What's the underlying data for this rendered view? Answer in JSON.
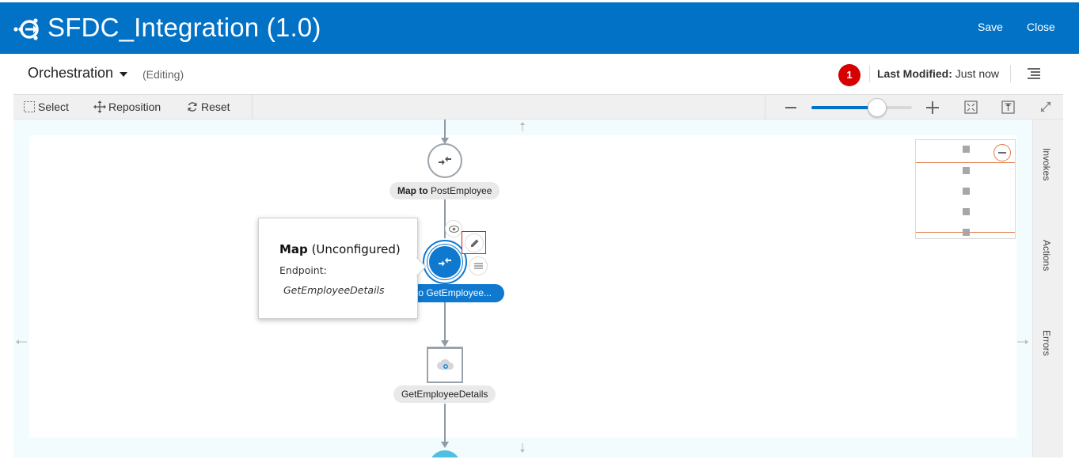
{
  "header": {
    "title": "SFDC_Integration (1.0)",
    "save_label": "Save",
    "close_label": "Close",
    "bar_color": "#0272c7"
  },
  "subheader": {
    "view_label": "Orchestration",
    "mode_label": "(Editing)",
    "error_count": "1",
    "last_modified_label": "Last Modified:",
    "last_modified_value": "Just now"
  },
  "toolbar": {
    "select_label": "Select",
    "reposition_label": "Reposition",
    "reset_label": "Reset",
    "zoom_level_fraction": 0.65
  },
  "side_tabs": {
    "invokes": "Invokes",
    "actions": "Actions",
    "errors": "Errors"
  },
  "flow": {
    "node1": {
      "bold": "Map to",
      "rest": " PostEmployee"
    },
    "node2": {
      "label": "to GetEmployee..."
    },
    "node3": {
      "label": "GetEmployeeDetails"
    }
  },
  "popup": {
    "title": "Map",
    "status": "(Unconfigured)",
    "endpoint_label": "Endpoint:",
    "endpoint_value": "GetEmployeeDetails"
  }
}
